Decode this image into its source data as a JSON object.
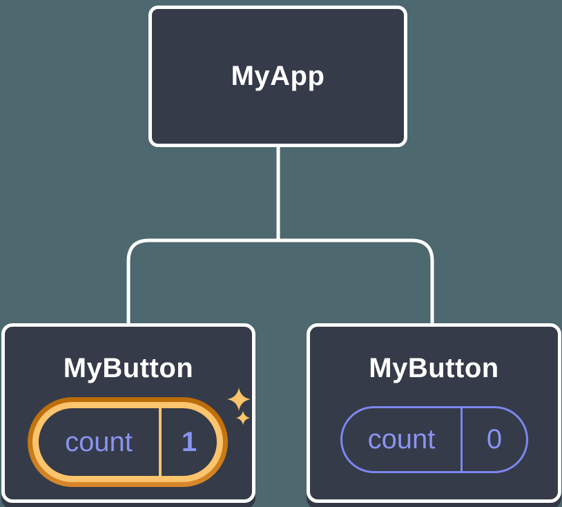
{
  "diagram": {
    "kind": "react-component-tree",
    "root": {
      "label": "MyApp"
    },
    "children": [
      {
        "title": "MyButton",
        "state_label": "count",
        "state_value": "1",
        "highlighted": true,
        "icon": "sparkles-icon"
      },
      {
        "title": "MyButton",
        "state_label": "count",
        "state_value": "0",
        "highlighted": false
      }
    ]
  },
  "colors": {
    "background": "#4D686E",
    "node_fill": "#353B48",
    "node_border": "#FFFFFF",
    "node_shadow": "#323844",
    "connector": "#FFFFFF",
    "text_primary": "#FFFFFF",
    "state_text_purple": "#8A93F2",
    "pill_outline_purple": "#7D87EF",
    "highlight_orange_light": "#FCC46D",
    "highlight_orange_dark": "#C2730F"
  }
}
